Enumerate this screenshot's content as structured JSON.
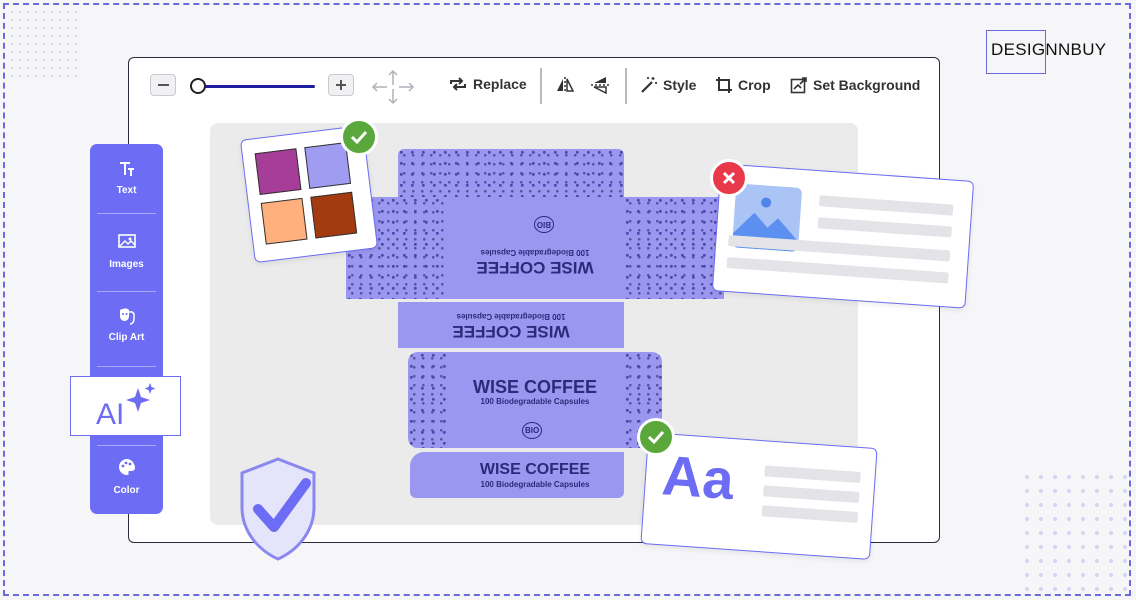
{
  "brand": {
    "name": "DESIGNNBUY"
  },
  "toolbar": {
    "zoom_out_label": "−",
    "zoom_in_label": "+",
    "zoom_level": 0.0,
    "replace_label": "Replace",
    "style_label": "Style",
    "crop_label": "Crop",
    "set_background_label": "Set Background"
  },
  "sidebar": {
    "items": [
      {
        "label": "Text",
        "icon": "text-icon"
      },
      {
        "label": "Images",
        "icon": "image-icon"
      },
      {
        "label": "Clip Art",
        "icon": "clipart-icon"
      },
      {
        "label": "AI",
        "icon": "ai-sparkle-icon"
      },
      {
        "label": "Color",
        "icon": "palette-icon"
      }
    ]
  },
  "box": {
    "brand_name": "WISE COFFEE",
    "subtitle": "100 Biodegradable Capsules",
    "cert_bio": "BIO"
  },
  "swatches": [
    "#a63d98",
    "#a09cf2",
    "#ffb07c",
    "#a33a10"
  ],
  "colors": {
    "accent": "#6c6cf4",
    "box": "#9a97f1",
    "box_text": "#2c2a7a",
    "check": "#5aa83b",
    "error": "#e8394b"
  },
  "font_card": {
    "sample": "Aa"
  }
}
